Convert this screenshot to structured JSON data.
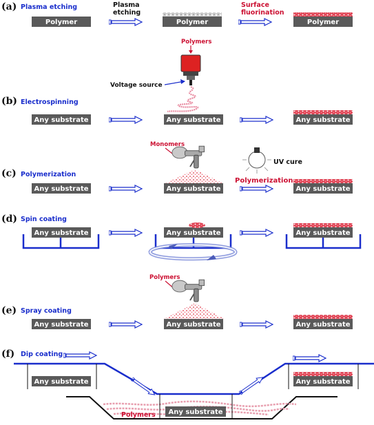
{
  "panels": {
    "a": {
      "letter": "(a)",
      "title": "Plasma etching",
      "step1_label": "Plasma\netching",
      "step2_label": "Surface\nfluorination",
      "substrate": "Polymer"
    },
    "b": {
      "letter": "(b)",
      "title": "Electrospinning",
      "source_label": "Polymers",
      "voltage_label": "Voltage source",
      "substrate": "Any substrate"
    },
    "c": {
      "letter": "(c)",
      "title": "Polymerization",
      "monomers_label": "Monomers",
      "uv_label": "UV cure",
      "process_label": "Polymerization",
      "substrate": "Any substrate"
    },
    "d": {
      "letter": "(d)",
      "title": "Spin coating",
      "substrate": "Any substrate"
    },
    "e": {
      "letter": "(e)",
      "title": "Spray coating",
      "source_label": "Polymers",
      "substrate": "Any substrate"
    },
    "f": {
      "letter": "(f)",
      "title": "Dip coating",
      "bath_label": "Polymers",
      "substrate": "Any substrate"
    }
  },
  "colors": {
    "arrow_blue": "#1a2ecc",
    "substrate_gray": "#5a5a5a",
    "polymer_red": "#dd3344",
    "title_blue": "#1a2ecc",
    "label_red": "#cc1133"
  }
}
